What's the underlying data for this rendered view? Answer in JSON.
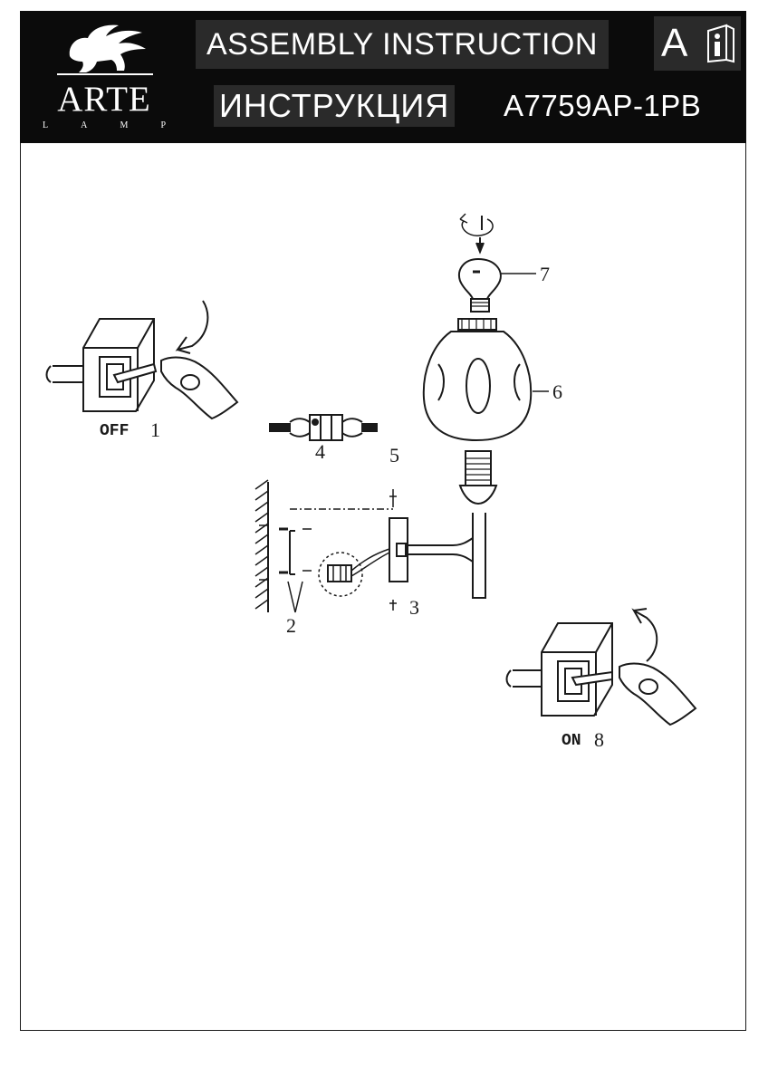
{
  "header": {
    "logo_word": "ARTE",
    "logo_sub": [
      "L",
      "A",
      "M",
      "P"
    ],
    "title_en": "ASSEMBLY INSTRUCTION",
    "title_ru": "ИНСТРУКЦИЯ",
    "model": "A7759AP-1PB",
    "language_letter": "A",
    "icons": {
      "logo": "winged-lion-icon",
      "info": "info-book-icon"
    }
  },
  "diagram": {
    "labels": {
      "off": "OFF",
      "on": "ON"
    },
    "callouts": {
      "c1": "1",
      "c2": "2",
      "c3": "3",
      "c4": "4",
      "c5": "5",
      "c6": "6",
      "c7": "7",
      "c8": "8"
    }
  }
}
